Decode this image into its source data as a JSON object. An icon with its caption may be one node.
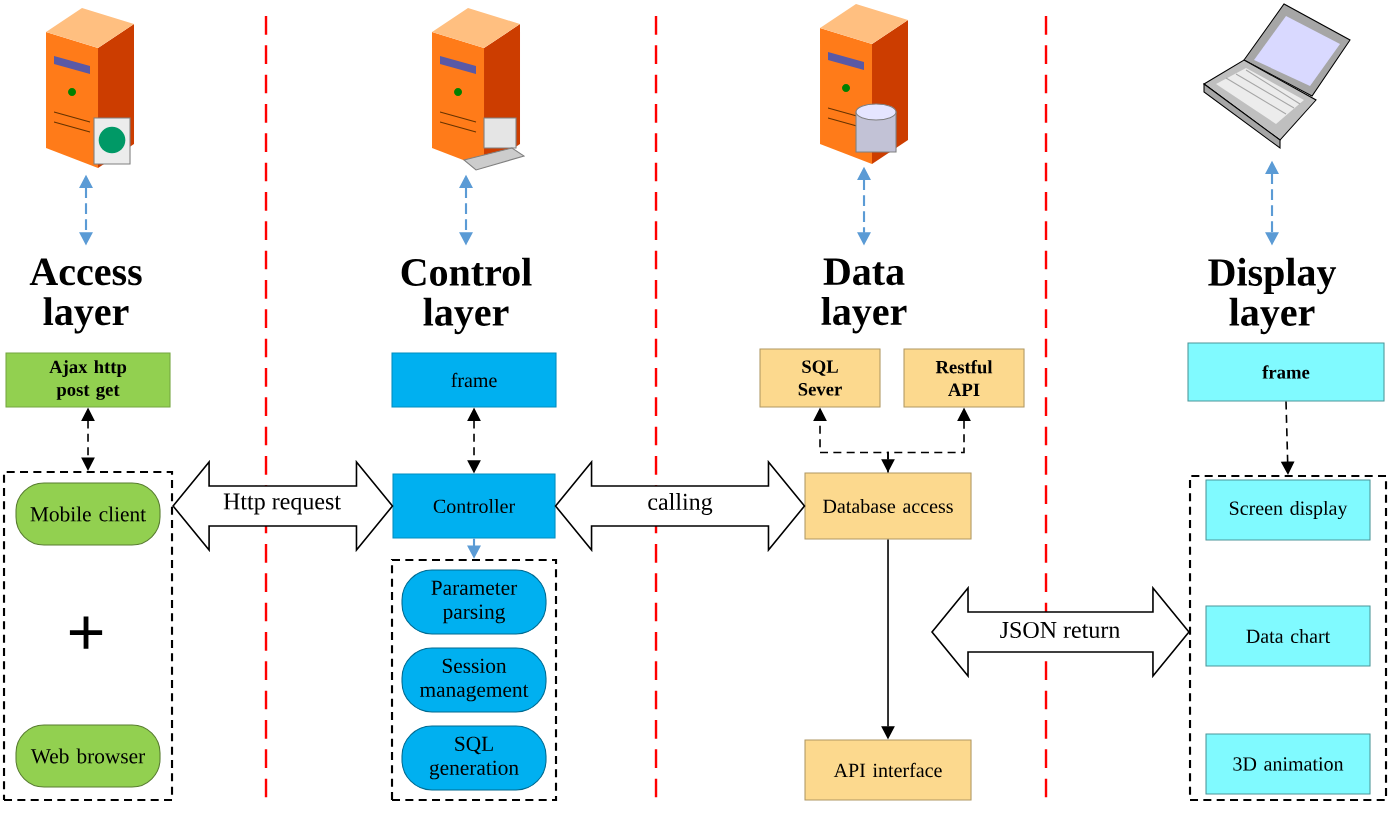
{
  "diagram": {
    "nodes": [
      {
        "text": [],
        "shape": "picture"
      },
      {
        "text": [
          "Access layer"
        ]
      },
      {
        "text": [
          "Ajax http post get"
        ]
      },
      {
        "text": [],
        "shape": "box"
      },
      {
        "text": [
          "Mobile client"
        ],
        "in": 3
      },
      {
        "text": [
          "Web browser"
        ],
        "in": 3
      },
      {
        "text": [],
        "shape": "picture"
      },
      {
        "text": [
          "Control layer"
        ]
      },
      {
        "text": [
          "frame"
        ]
      },
      {
        "text": [
          "Controller"
        ]
      },
      {
        "text": [],
        "shape": "box"
      },
      {
        "text": [
          "Parameter parsing"
        ],
        "in": 10
      },
      {
        "text": [
          "Session management"
        ],
        "in": 10
      },
      {
        "text": [
          "SQL generation"
        ],
        "in": 10
      },
      {
        "text": [],
        "shape": "picture"
      },
      {
        "text": [
          "Data layer"
        ]
      },
      {
        "text": [
          "SQL Sever"
        ]
      },
      {
        "text": [
          "Restful API"
        ]
      },
      {
        "text": [
          "Database access"
        ]
      },
      {
        "text": [
          "API interface"
        ]
      },
      {
        "text": [],
        "shape": "picture"
      },
      {
        "text": [
          "Display layer"
        ]
      },
      {
        "text": [
          "frame"
        ]
      },
      {
        "text": [],
        "shape": "box"
      },
      {
        "text": [
          "Screen display"
        ],
        "in": 23
      },
      {
        "text": [
          "Data chart"
        ],
        "in": 23
      },
      {
        "text": [
          "3D animation"
        ],
        "in": 23
      }
    ],
    "edges": [
      {
        "from": 0,
        "to": 1,
        "arrow": "both",
        "style": "dashed",
        "color": "#5b9bd5"
      },
      {
        "from": 6,
        "to": 7,
        "arrow": "both",
        "style": "dashed",
        "color": "#5b9bd5"
      },
      {
        "from": 14,
        "to": 15,
        "arrow": "both",
        "style": "dashed",
        "color": "#5b9bd5"
      },
      {
        "from": 20,
        "to": 21,
        "arrow": "both",
        "style": "dashed",
        "color": "#5b9bd5"
      },
      {
        "from": 2,
        "to": 3,
        "arrow": "both",
        "style": "dashed"
      },
      {
        "from": 8,
        "to": 9,
        "arrow": "both",
        "style": "dashed"
      },
      {
        "from": 18,
        "to": 16,
        "arrow": "to",
        "style": "dashed"
      },
      {
        "from": 18,
        "to": 17,
        "arrow": "both",
        "style": "dashed"
      },
      {
        "from": 22,
        "to": 23,
        "arrow": "to",
        "style": "dashed"
      },
      {
        "from": 3,
        "to": 9,
        "arrow": "both",
        "style": "thick",
        "label": "Http request"
      },
      {
        "from": 9,
        "to": 18,
        "arrow": "both",
        "style": "thick",
        "label": "calling"
      },
      {
        "from": 9,
        "to": 10,
        "arrow": "to",
        "color": "#5b9bd5"
      },
      {
        "from": 18,
        "to": 19,
        "arrow": "to"
      },
      {
        "from": null,
        "to": 23,
        "arrow": "both",
        "style": "thick",
        "label": "JSON return"
      }
    ],
    "labels": [
      "+"
    ]
  }
}
